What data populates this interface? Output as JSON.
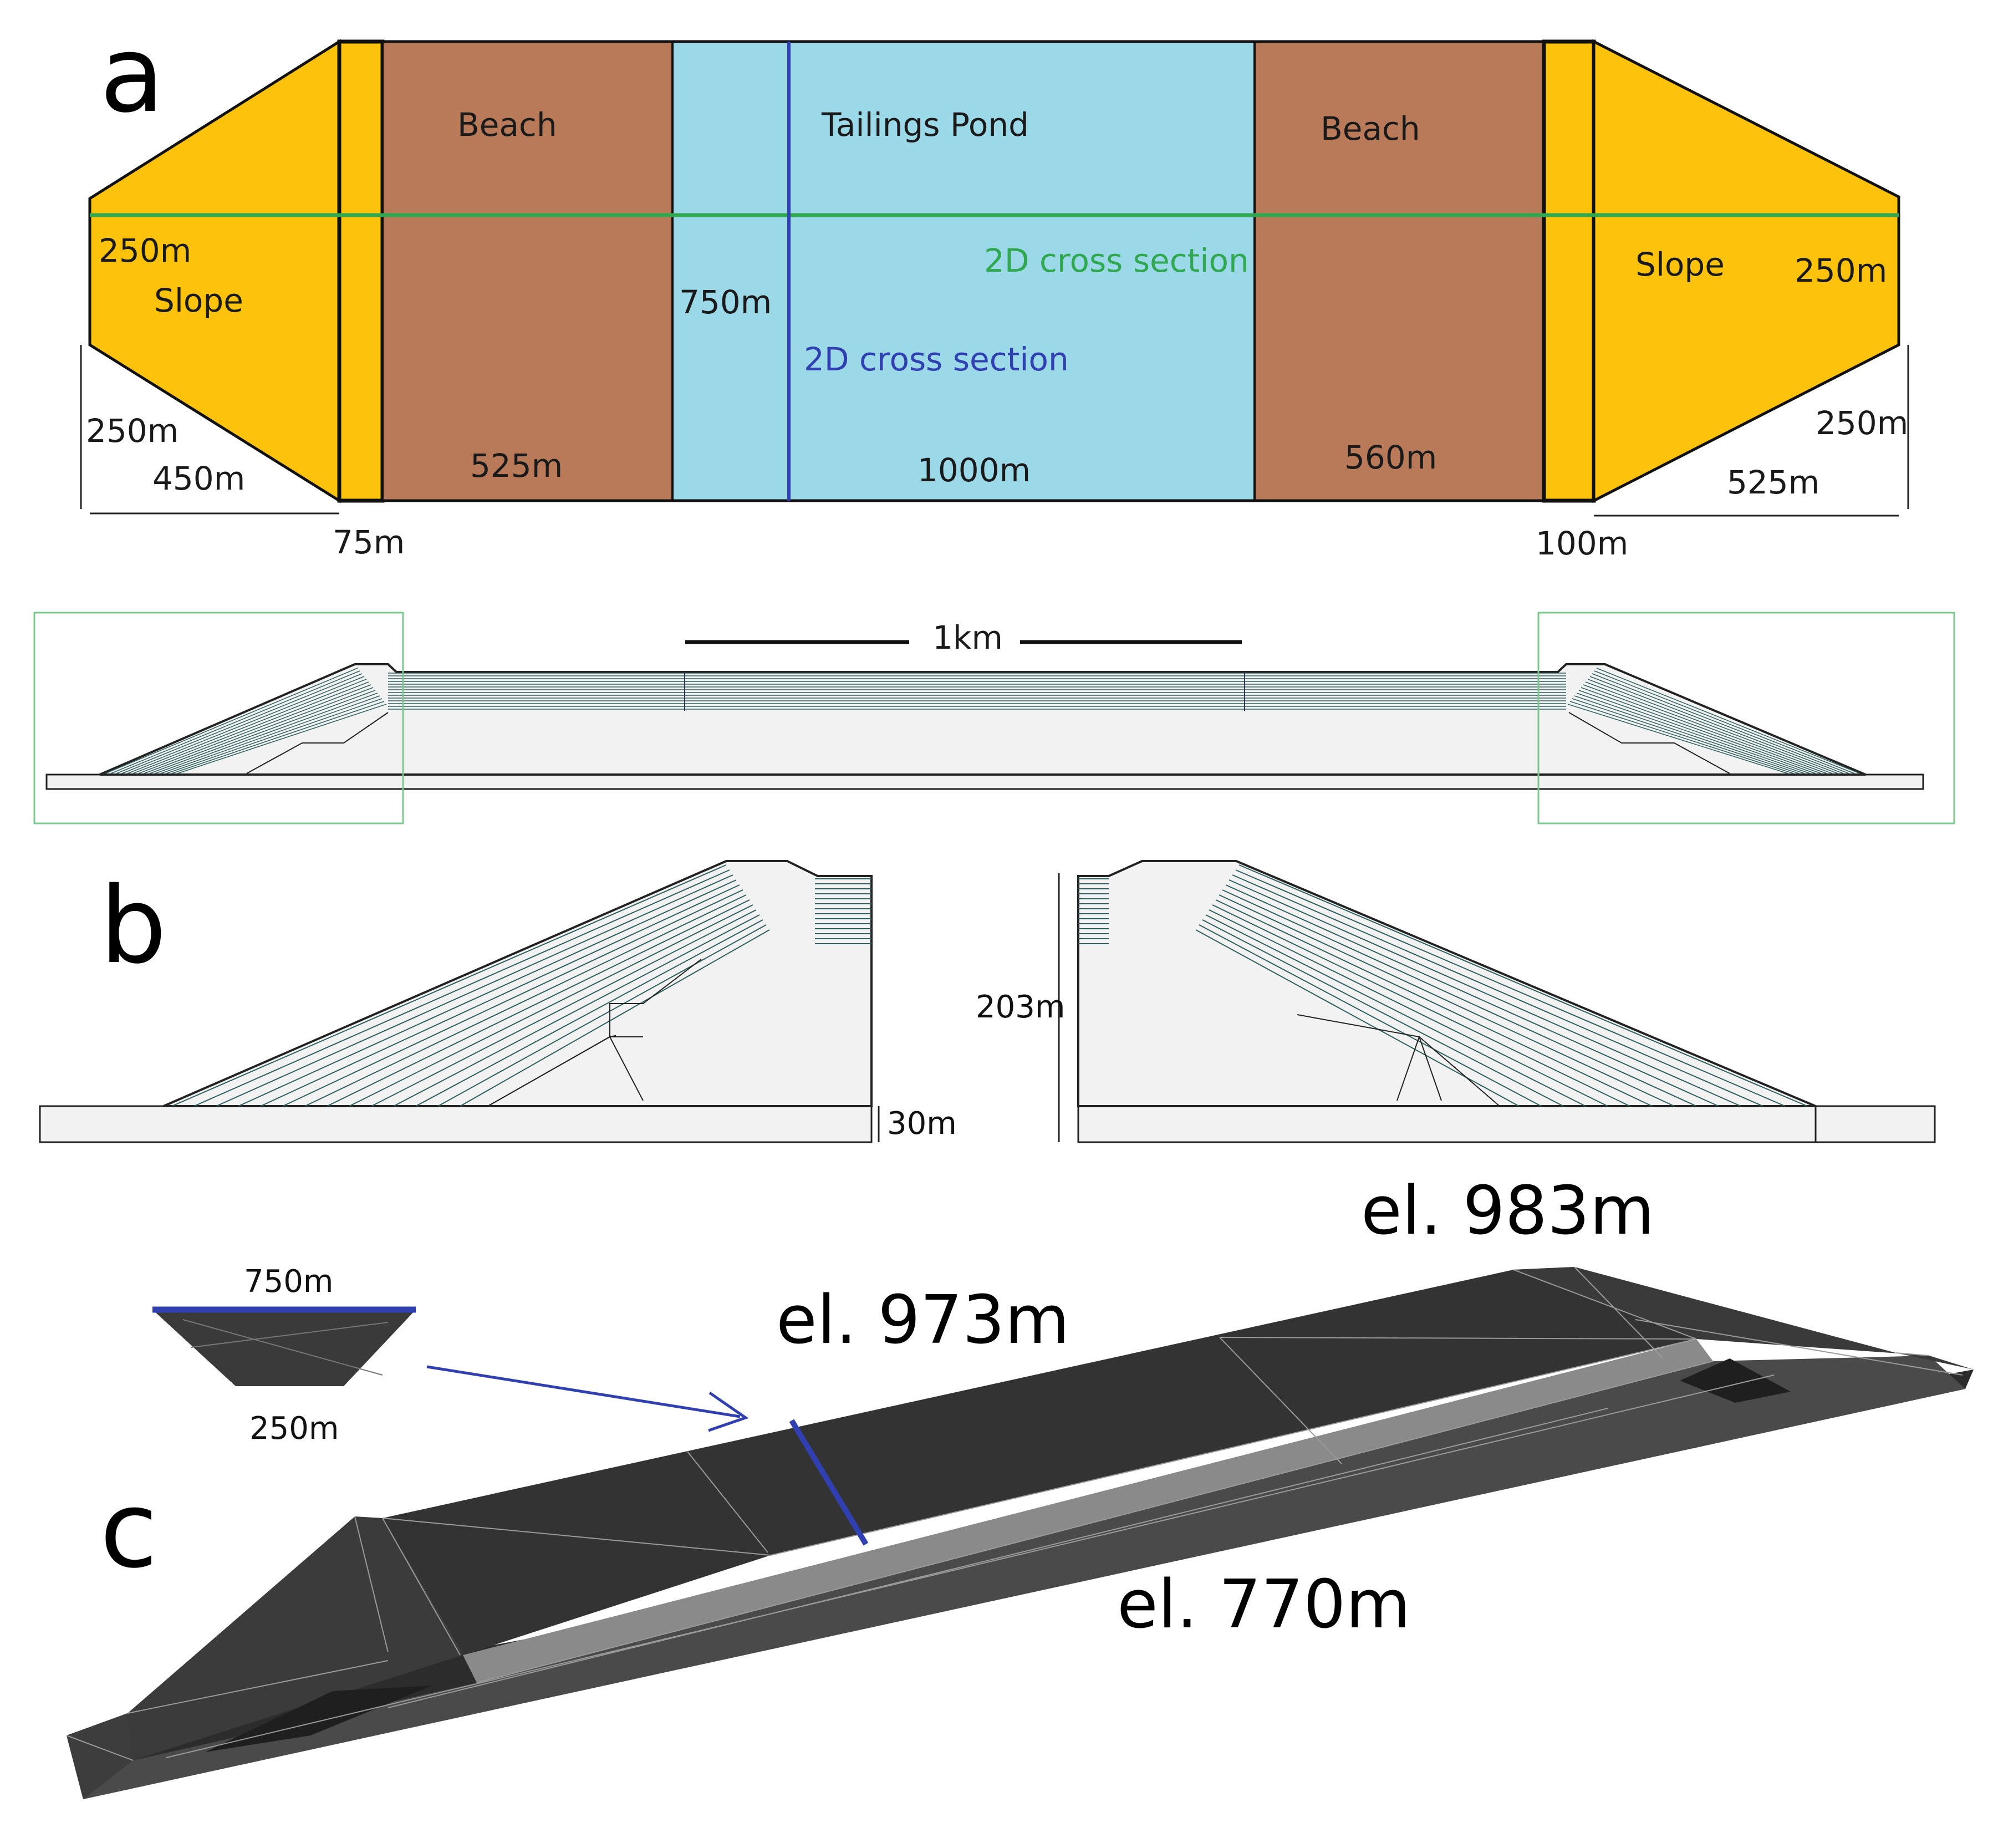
{
  "colors": {
    "slope": "#FCC20C",
    "beach": "#B87A58",
    "pond": "#9BD8E8",
    "green_line": "#2FA84F",
    "blue_line": "#3040B0",
    "mesh_dark": "#3a3a3a",
    "mesh_light": "#f2f2f2",
    "layer_line": "#2f6060"
  },
  "panel_a": {
    "letter": "a",
    "regions": {
      "beach_left": "Beach",
      "tailings_pond": "Tailings Pond",
      "beach_right": "Beach",
      "slope_left": "Slope",
      "slope_right": "Slope"
    },
    "cross_section_green": "2D cross section",
    "cross_section_blue": "2D cross section",
    "dims": {
      "left_top": "250m",
      "left_bottom_vertical": "250m",
      "left_bottom_horizontal": "450m",
      "crest_left": "75m",
      "beach_left_width": "525m",
      "pond_height": "750m",
      "pond_width": "1000m",
      "beach_right_width": "560m",
      "crest_right": "100m",
      "right_top": "250m",
      "right_bottom_vertical": "250m",
      "right_bottom_horizontal": "525m"
    }
  },
  "panel_b": {
    "letter": "b",
    "scale_label": "1km",
    "height_label": "203m",
    "foundation_label": "30m"
  },
  "panel_c": {
    "letter": "c",
    "inset_top": "750m",
    "inset_bottom": "250m",
    "el_top": "el. 983m",
    "el_mid": "el. 973m",
    "el_low": "el. 770m"
  }
}
